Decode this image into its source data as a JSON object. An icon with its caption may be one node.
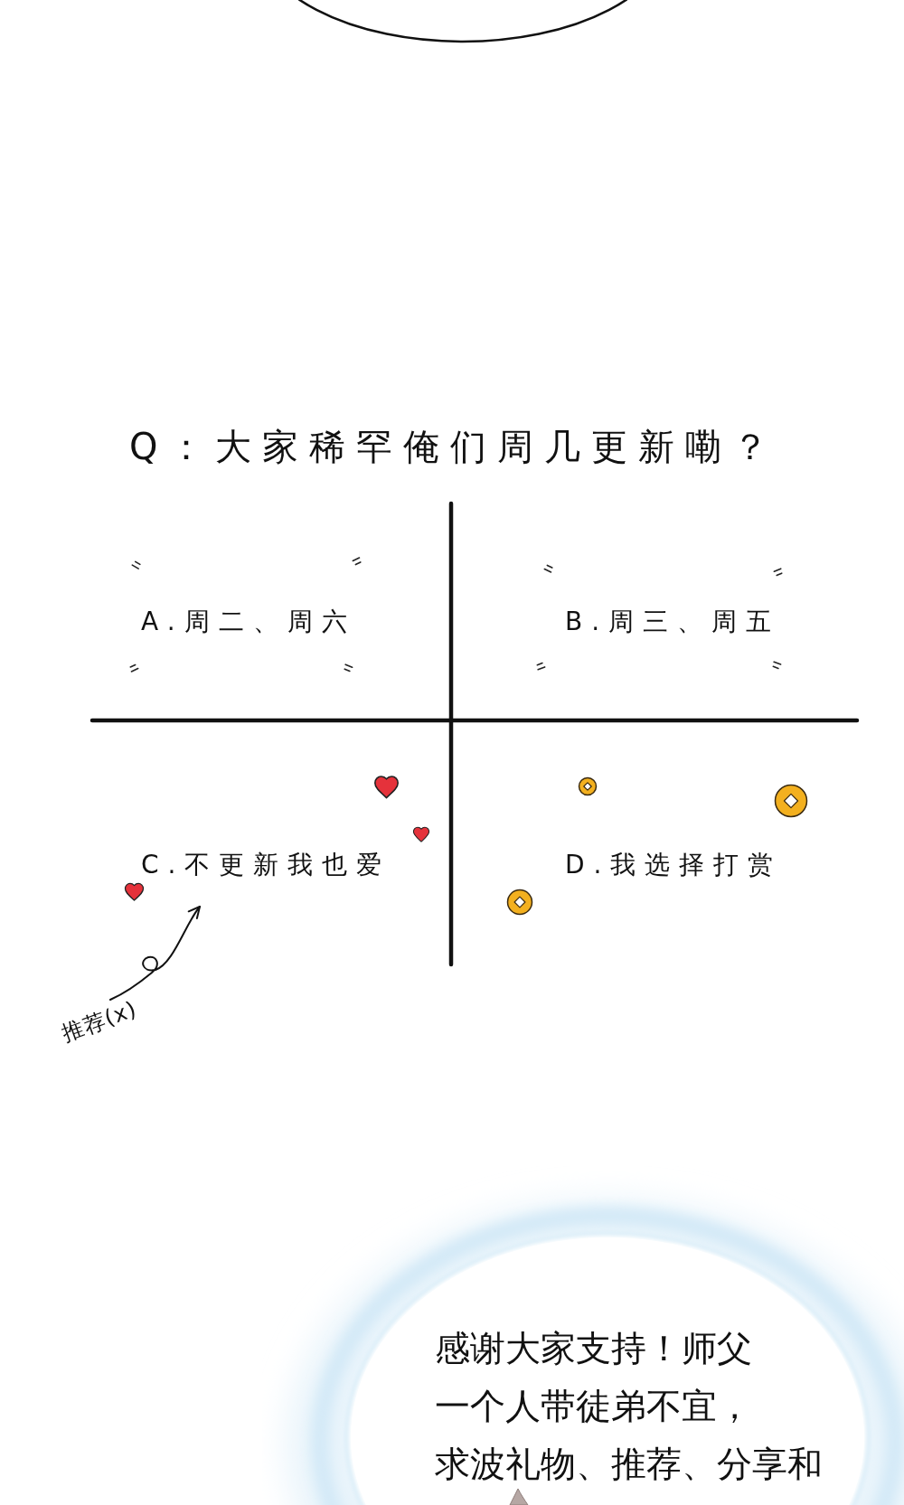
{
  "diagram": {
    "title": "Q：大家稀罕俺们周几更新嘞？",
    "nodes": [
      {
        "text": [],
        "shape": "ellipse"
      },
      {
        "text": [
          "C.不更新我也爱"
        ]
      },
      {
        "text": [
          "推荐(x)"
        ]
      },
      {
        "text": [
          "感谢大家支持！师父一个人带徒弟不宜，求波礼物、推荐、分享和"
        ]
      }
    ],
    "edges": [
      {
        "from": 2,
        "to": 1,
        "arrow": "to"
      }
    ],
    "labels": [
      "A.周二、周六",
      "B.周三、周五",
      "D.我选择打赏"
    ]
  }
}
